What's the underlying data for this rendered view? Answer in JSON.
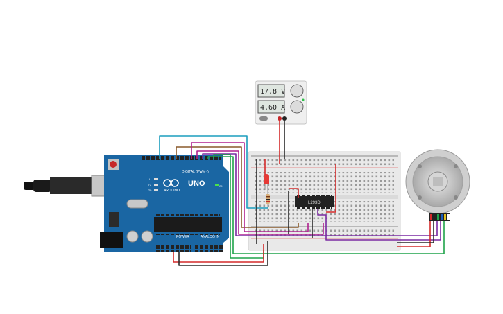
{
  "power_supply": {
    "voltage_display": "17.8 V",
    "current_display": "4.60 A"
  },
  "arduino": {
    "brand": "ARDUINO",
    "model": "UNO",
    "digital_label": "DIGITAL (PWM~)",
    "power_label": "POWER",
    "analog_label": "ANALOG IN",
    "on_label": "ON",
    "led_labels": [
      "L",
      "TX",
      "RX"
    ]
  },
  "chip": {
    "label": "L293D"
  },
  "colors": {
    "board": "#1a66a3",
    "breadboard": "#e9e9e9",
    "wire_red": "#d42a2a",
    "wire_black": "#2a2a2a",
    "wire_green": "#1fa34a",
    "wire_magenta": "#b0208f",
    "wire_purple": "#7a2aa3",
    "wire_cyan": "#1c9dbd",
    "wire_brown": "#8a5a2b"
  },
  "icons": [
    "usb-cable-icon",
    "reset-button-icon",
    "motor-icon",
    "led-icon",
    "resistor-icon"
  ]
}
